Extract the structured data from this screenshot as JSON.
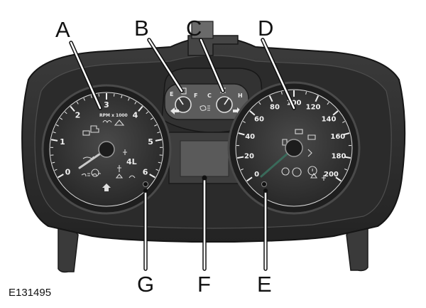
{
  "callouts": {
    "A": "A",
    "B": "B",
    "C": "C",
    "D": "D",
    "E": "E",
    "F": "F",
    "G": "G"
  },
  "reference_code": "E131495",
  "tachometer": {
    "scale_labels": [
      "0",
      "1",
      "2",
      "3",
      "4",
      "5",
      "6"
    ],
    "unit_label": "RPM x 1000",
    "gear_label": "4L"
  },
  "speedometer": {
    "scale_labels": [
      "0",
      "20",
      "40",
      "60",
      "80",
      "100",
      "120",
      "140",
      "160",
      "180",
      "200"
    ]
  },
  "fuel_gauge": {
    "empty_label": "E",
    "full_label": "F"
  },
  "temp_gauge": {
    "cold_label": "C",
    "hot_label": "H"
  }
}
